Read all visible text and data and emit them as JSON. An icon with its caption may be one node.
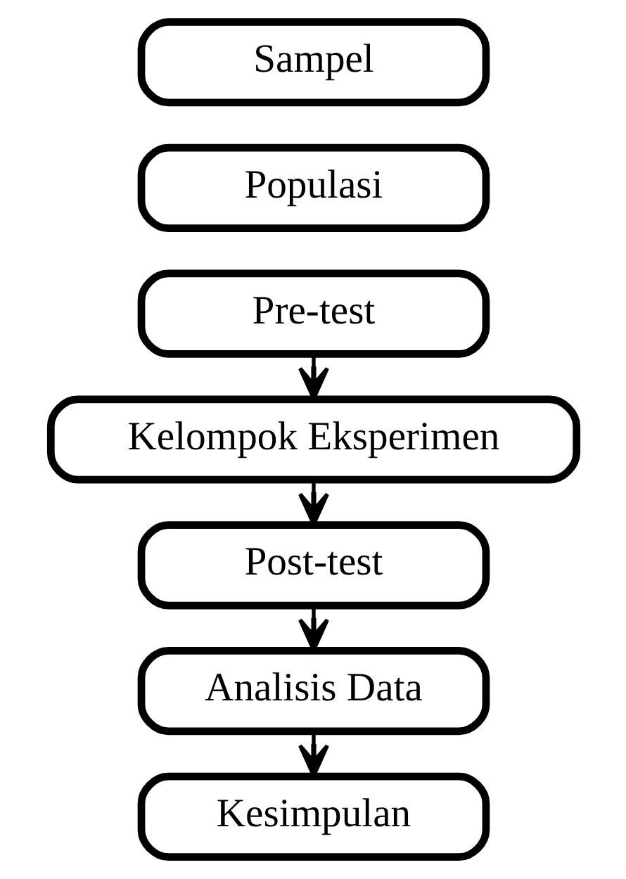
{
  "diagram": {
    "nodes": [
      {
        "text": [
          "Sampel"
        ]
      },
      {
        "text": [
          "Populasi"
        ]
      },
      {
        "text": [
          "Pre-test"
        ]
      },
      {
        "text": [
          "Kelompok Eksperimen"
        ]
      },
      {
        "text": [
          "Post-test"
        ]
      },
      {
        "text": [
          "Analisis Data"
        ]
      },
      {
        "text": [
          "Kesimpulan"
        ]
      }
    ],
    "edges": [
      {
        "from": 2,
        "to": 3,
        "arrow": "to"
      },
      {
        "from": 3,
        "to": 4,
        "arrow": "to"
      },
      {
        "from": 4,
        "to": 5,
        "arrow": "to"
      },
      {
        "from": 5,
        "to": 6,
        "arrow": "to"
      }
    ]
  }
}
